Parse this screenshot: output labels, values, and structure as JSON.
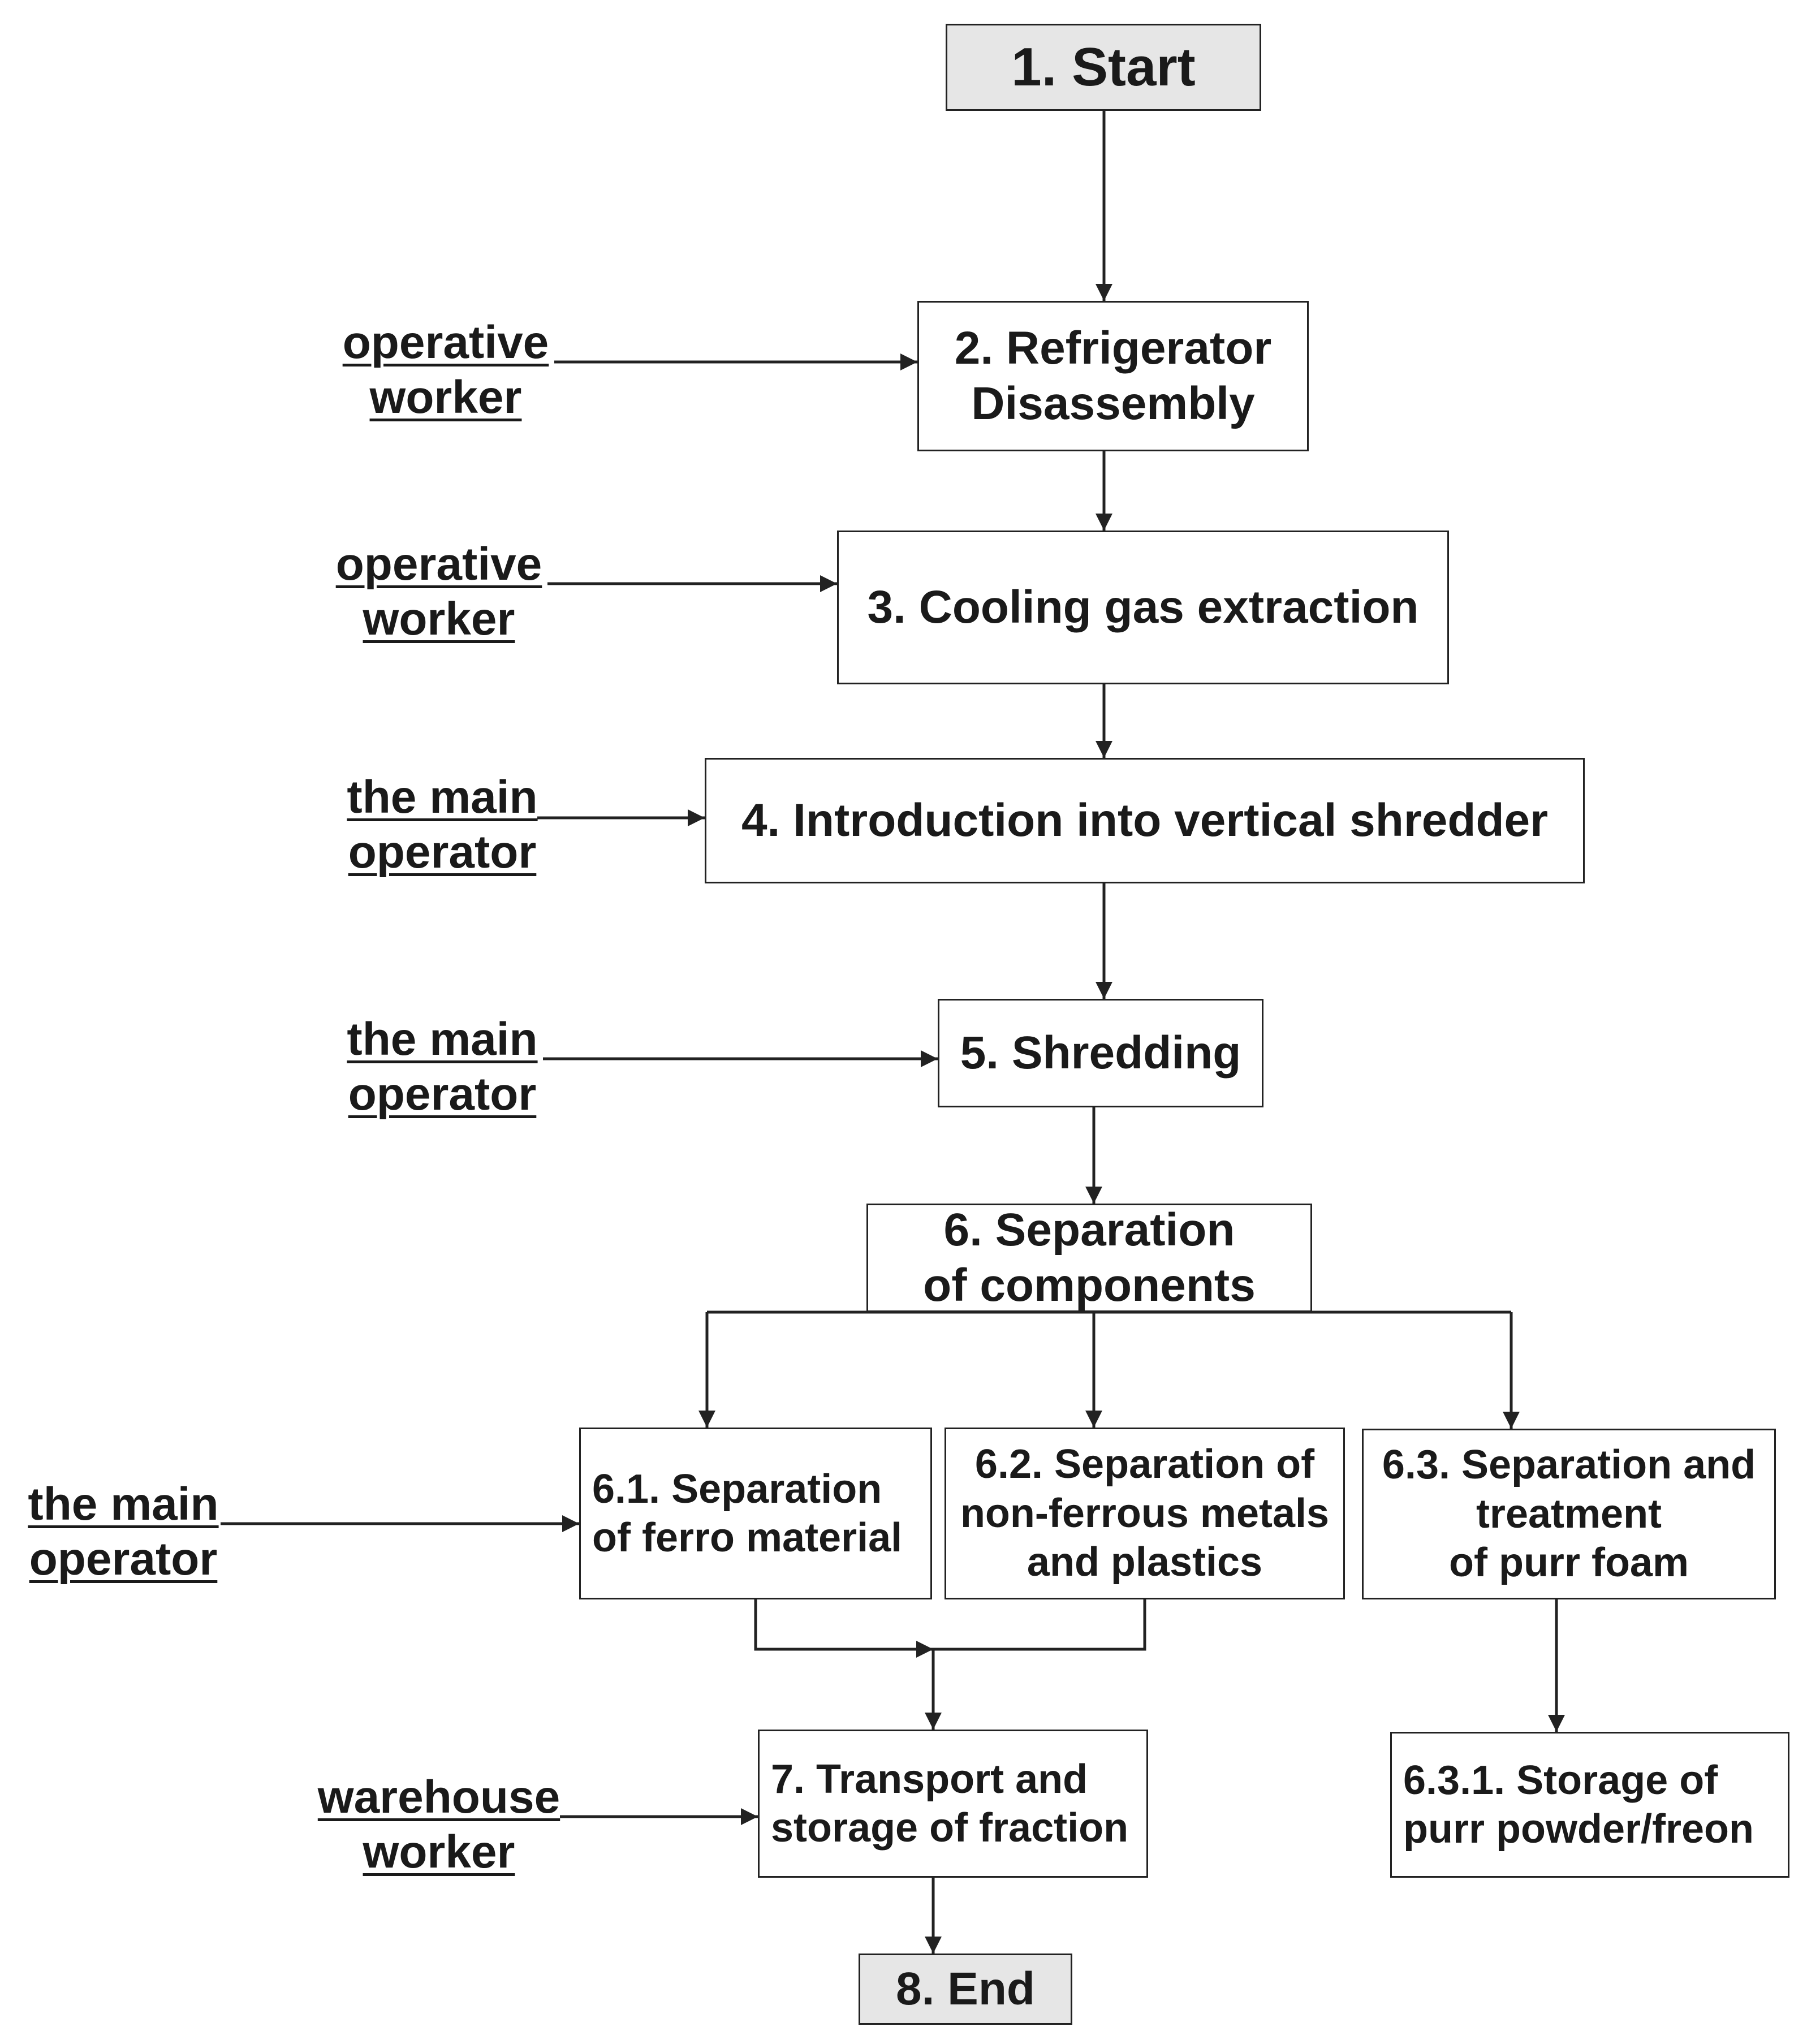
{
  "diagram": {
    "nodes": {
      "start": {
        "lines": [
          "1. Start"
        ]
      },
      "disassembly": {
        "lines": [
          "2. Refrigerator",
          "Disassembly"
        ]
      },
      "gas_extraction": {
        "lines": [
          "3. Cooling gas extraction"
        ]
      },
      "introduction": {
        "lines": [
          "4. Introduction into vertical shredder"
        ]
      },
      "shredding": {
        "lines": [
          "5. Shredding"
        ]
      },
      "separation": {
        "lines": [
          "6. Separation",
          "of components"
        ]
      },
      "sep_ferro": {
        "lines": [
          "6.1. Separation",
          "of ferro material"
        ]
      },
      "sep_nonferrous": {
        "lines": [
          "6.2. Separation of",
          "non-ferrous metals",
          "and plastics"
        ]
      },
      "sep_purr": {
        "lines": [
          "6.3. Separation and",
          "treatment",
          "of purr foam"
        ]
      },
      "storage_purr": {
        "lines": [
          "6.3.1. Storage of",
          "purr powder/freon"
        ]
      },
      "transport": {
        "lines": [
          "7. Transport and",
          "storage of fraction"
        ]
      },
      "end": {
        "lines": [
          "8. End"
        ]
      }
    },
    "actors": {
      "disassembly_actor": {
        "lines": [
          "operative",
          "worker"
        ]
      },
      "gas_actor": {
        "lines": [
          "operative",
          "worker"
        ]
      },
      "introduction_actor": {
        "lines": [
          "the main",
          "operator"
        ]
      },
      "shredding_actor": {
        "lines": [
          "the main",
          "operator"
        ]
      },
      "ferro_actor": {
        "lines": [
          "the main",
          "operator"
        ]
      },
      "transport_actor": {
        "lines": [
          "warehouse",
          "worker"
        ]
      }
    },
    "colors": {
      "line": "#222222",
      "text": "#1a1a1a",
      "terminal_fill": "#e6e6e6",
      "box_fill": "#ffffff"
    }
  }
}
